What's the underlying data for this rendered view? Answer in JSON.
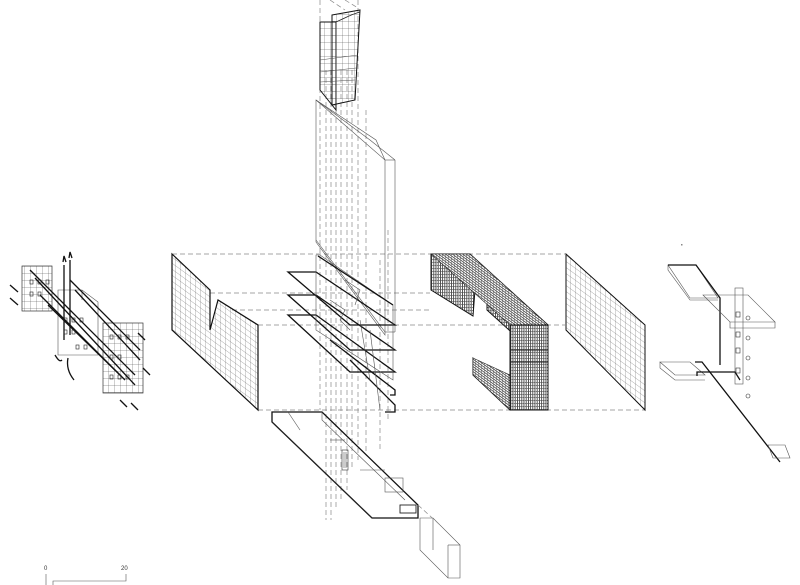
{
  "diagram": {
    "type": "exploded-axonometric",
    "subject": "building",
    "components": [
      {
        "id": "circulation-diagram",
        "description": "facade grids with circulation arrows"
      },
      {
        "id": "roof-element",
        "description": "curved grid roof fragment"
      },
      {
        "id": "tall-wall-panel",
        "description": "vertical wall slab"
      },
      {
        "id": "notched-facade-grid",
        "description": "gridded facade panel with notch"
      },
      {
        "id": "floor-plates",
        "description": "stacked floor slabs"
      },
      {
        "id": "perforated-skin",
        "description": "perforated C-shaped envelope"
      },
      {
        "id": "end-facade-grid",
        "description": "gridded end facade panel"
      },
      {
        "id": "ground-slab",
        "description": "elongated ground level base"
      },
      {
        "id": "annex-volume",
        "description": "small annex box"
      },
      {
        "id": "structure-frame",
        "description": "frame with cantilevered slabs"
      }
    ]
  },
  "scale_bar": {
    "start_label": "0",
    "end_label": "20"
  }
}
